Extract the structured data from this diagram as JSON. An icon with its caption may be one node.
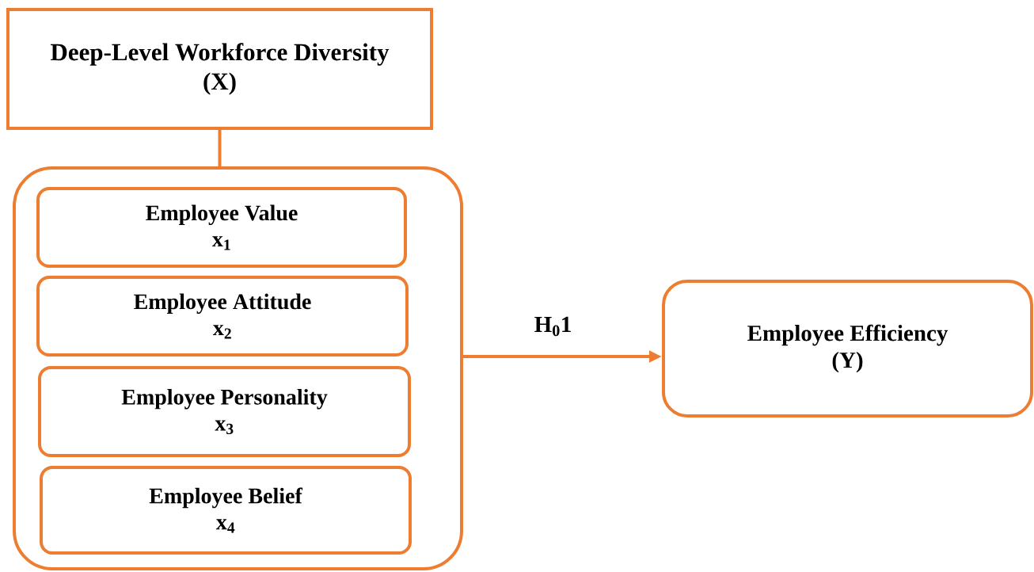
{
  "diagram": {
    "nodes": [
      {
        "text": [
          "Deep-Level Workforce Diversity",
          "(X)"
        ]
      },
      {
        "text": [],
        "shape": "box"
      },
      {
        "text": [
          "Employee Value",
          "x$_{1}$"
        ],
        "in": 1
      },
      {
        "text": [
          "Employee Attitude",
          "x$_{2}$"
        ],
        "in": 1
      },
      {
        "text": [
          "Employee Personality",
          "x$_{3}$"
        ],
        "in": 1
      },
      {
        "text": [
          "Employee Belief",
          "x$_{4}$"
        ],
        "in": 1
      },
      {
        "text": [
          "Employee Efficiency",
          "(Y)"
        ]
      }
    ],
    "edges": [
      {
        "from": 0,
        "to": 1,
        "arrow": "none"
      },
      {
        "from": 1,
        "to": 6,
        "arrow": "to",
        "label": "H$_{0}$1"
      }
    ]
  }
}
